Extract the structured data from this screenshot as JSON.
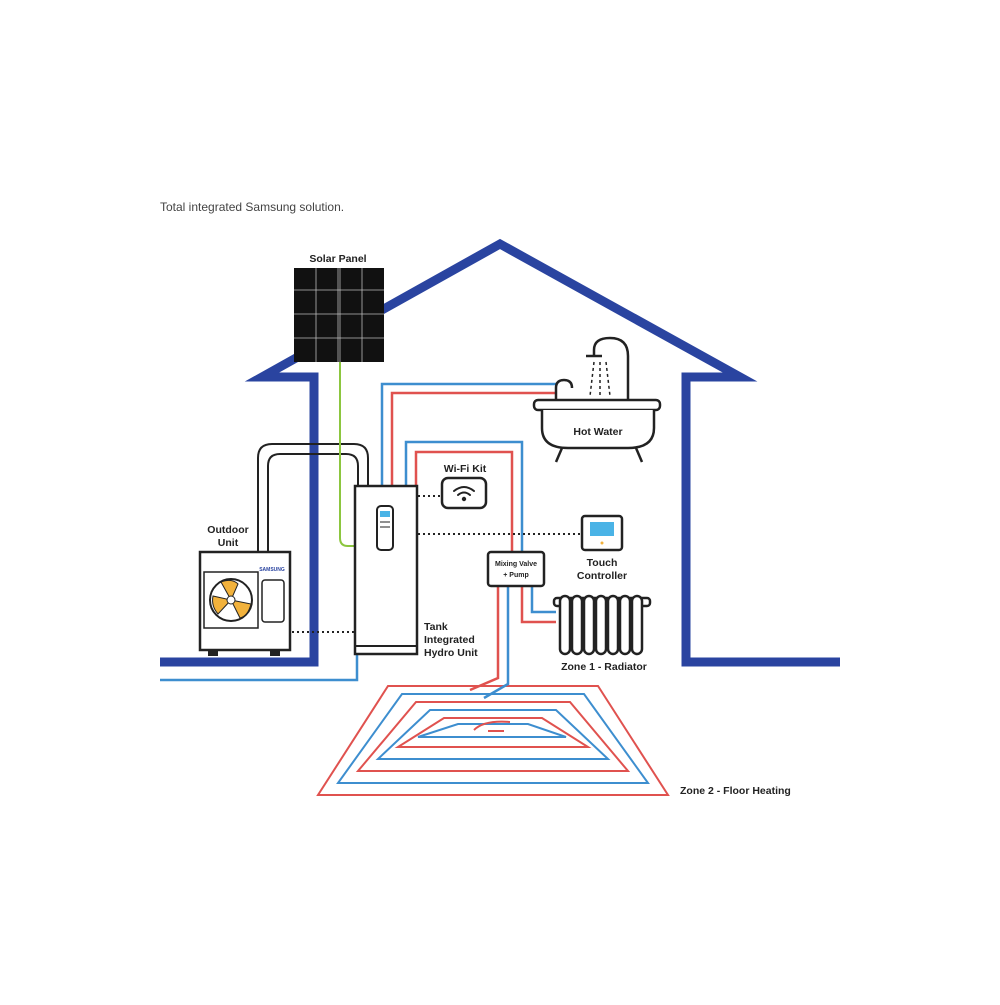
{
  "caption": "Total integrated Samsung solution.",
  "labels": {
    "solar_panel": "Solar Panel",
    "hot_water": "Hot Water",
    "wifi_kit": "Wi-Fi Kit",
    "outdoor_unit_1": "Outdoor",
    "outdoor_unit_2": "Unit",
    "brand": "SAMSUNG",
    "mixing_valve_1": "Mixing Valve",
    "mixing_valve_2": "+ Pump",
    "touch_controller_1": "Touch",
    "touch_controller_2": "Controller",
    "tank_1": "Tank",
    "tank_2": "Integrated",
    "tank_3": "Hydro Unit",
    "zone1": "Zone 1 - Radiator",
    "zone2": "Zone 2 - Floor Heating"
  },
  "colors": {
    "house": "#2a44a0",
    "hot_pipe": "#e0524f",
    "cold_pipe": "#3d8ecf",
    "solar_line": "#8cc63f",
    "fan": "#f2b23c",
    "screen": "#4ab3e6",
    "outline": "#222222"
  }
}
